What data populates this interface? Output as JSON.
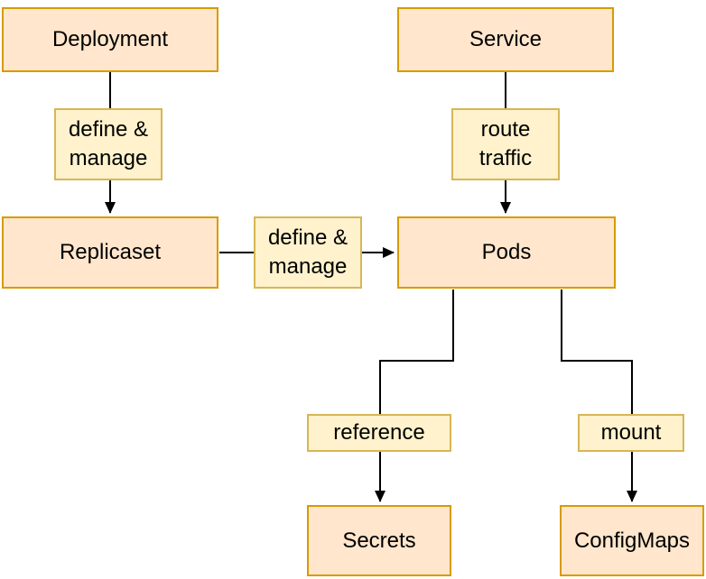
{
  "nodes": {
    "deployment": {
      "label": "Deployment"
    },
    "service": {
      "label": "Service"
    },
    "replicaset": {
      "label": "Replicaset"
    },
    "pods": {
      "label": "Pods"
    },
    "secrets": {
      "label": "Secrets"
    },
    "configmaps": {
      "label": "ConfigMaps"
    }
  },
  "edge_labels": {
    "deployment_to_replicaset": "define & manage",
    "service_to_pods": "route traffic",
    "replicaset_to_pods": "define & manage",
    "pods_to_secrets": "reference",
    "pods_to_configmaps": "mount"
  },
  "colors": {
    "node_fill": "#FFE6CC",
    "node_border": "#D79B00",
    "label_fill": "#FFF2CC",
    "label_border": "#D6B656",
    "edge_line": "#000000",
    "text": "#000000",
    "background": "#FFFFFF"
  }
}
